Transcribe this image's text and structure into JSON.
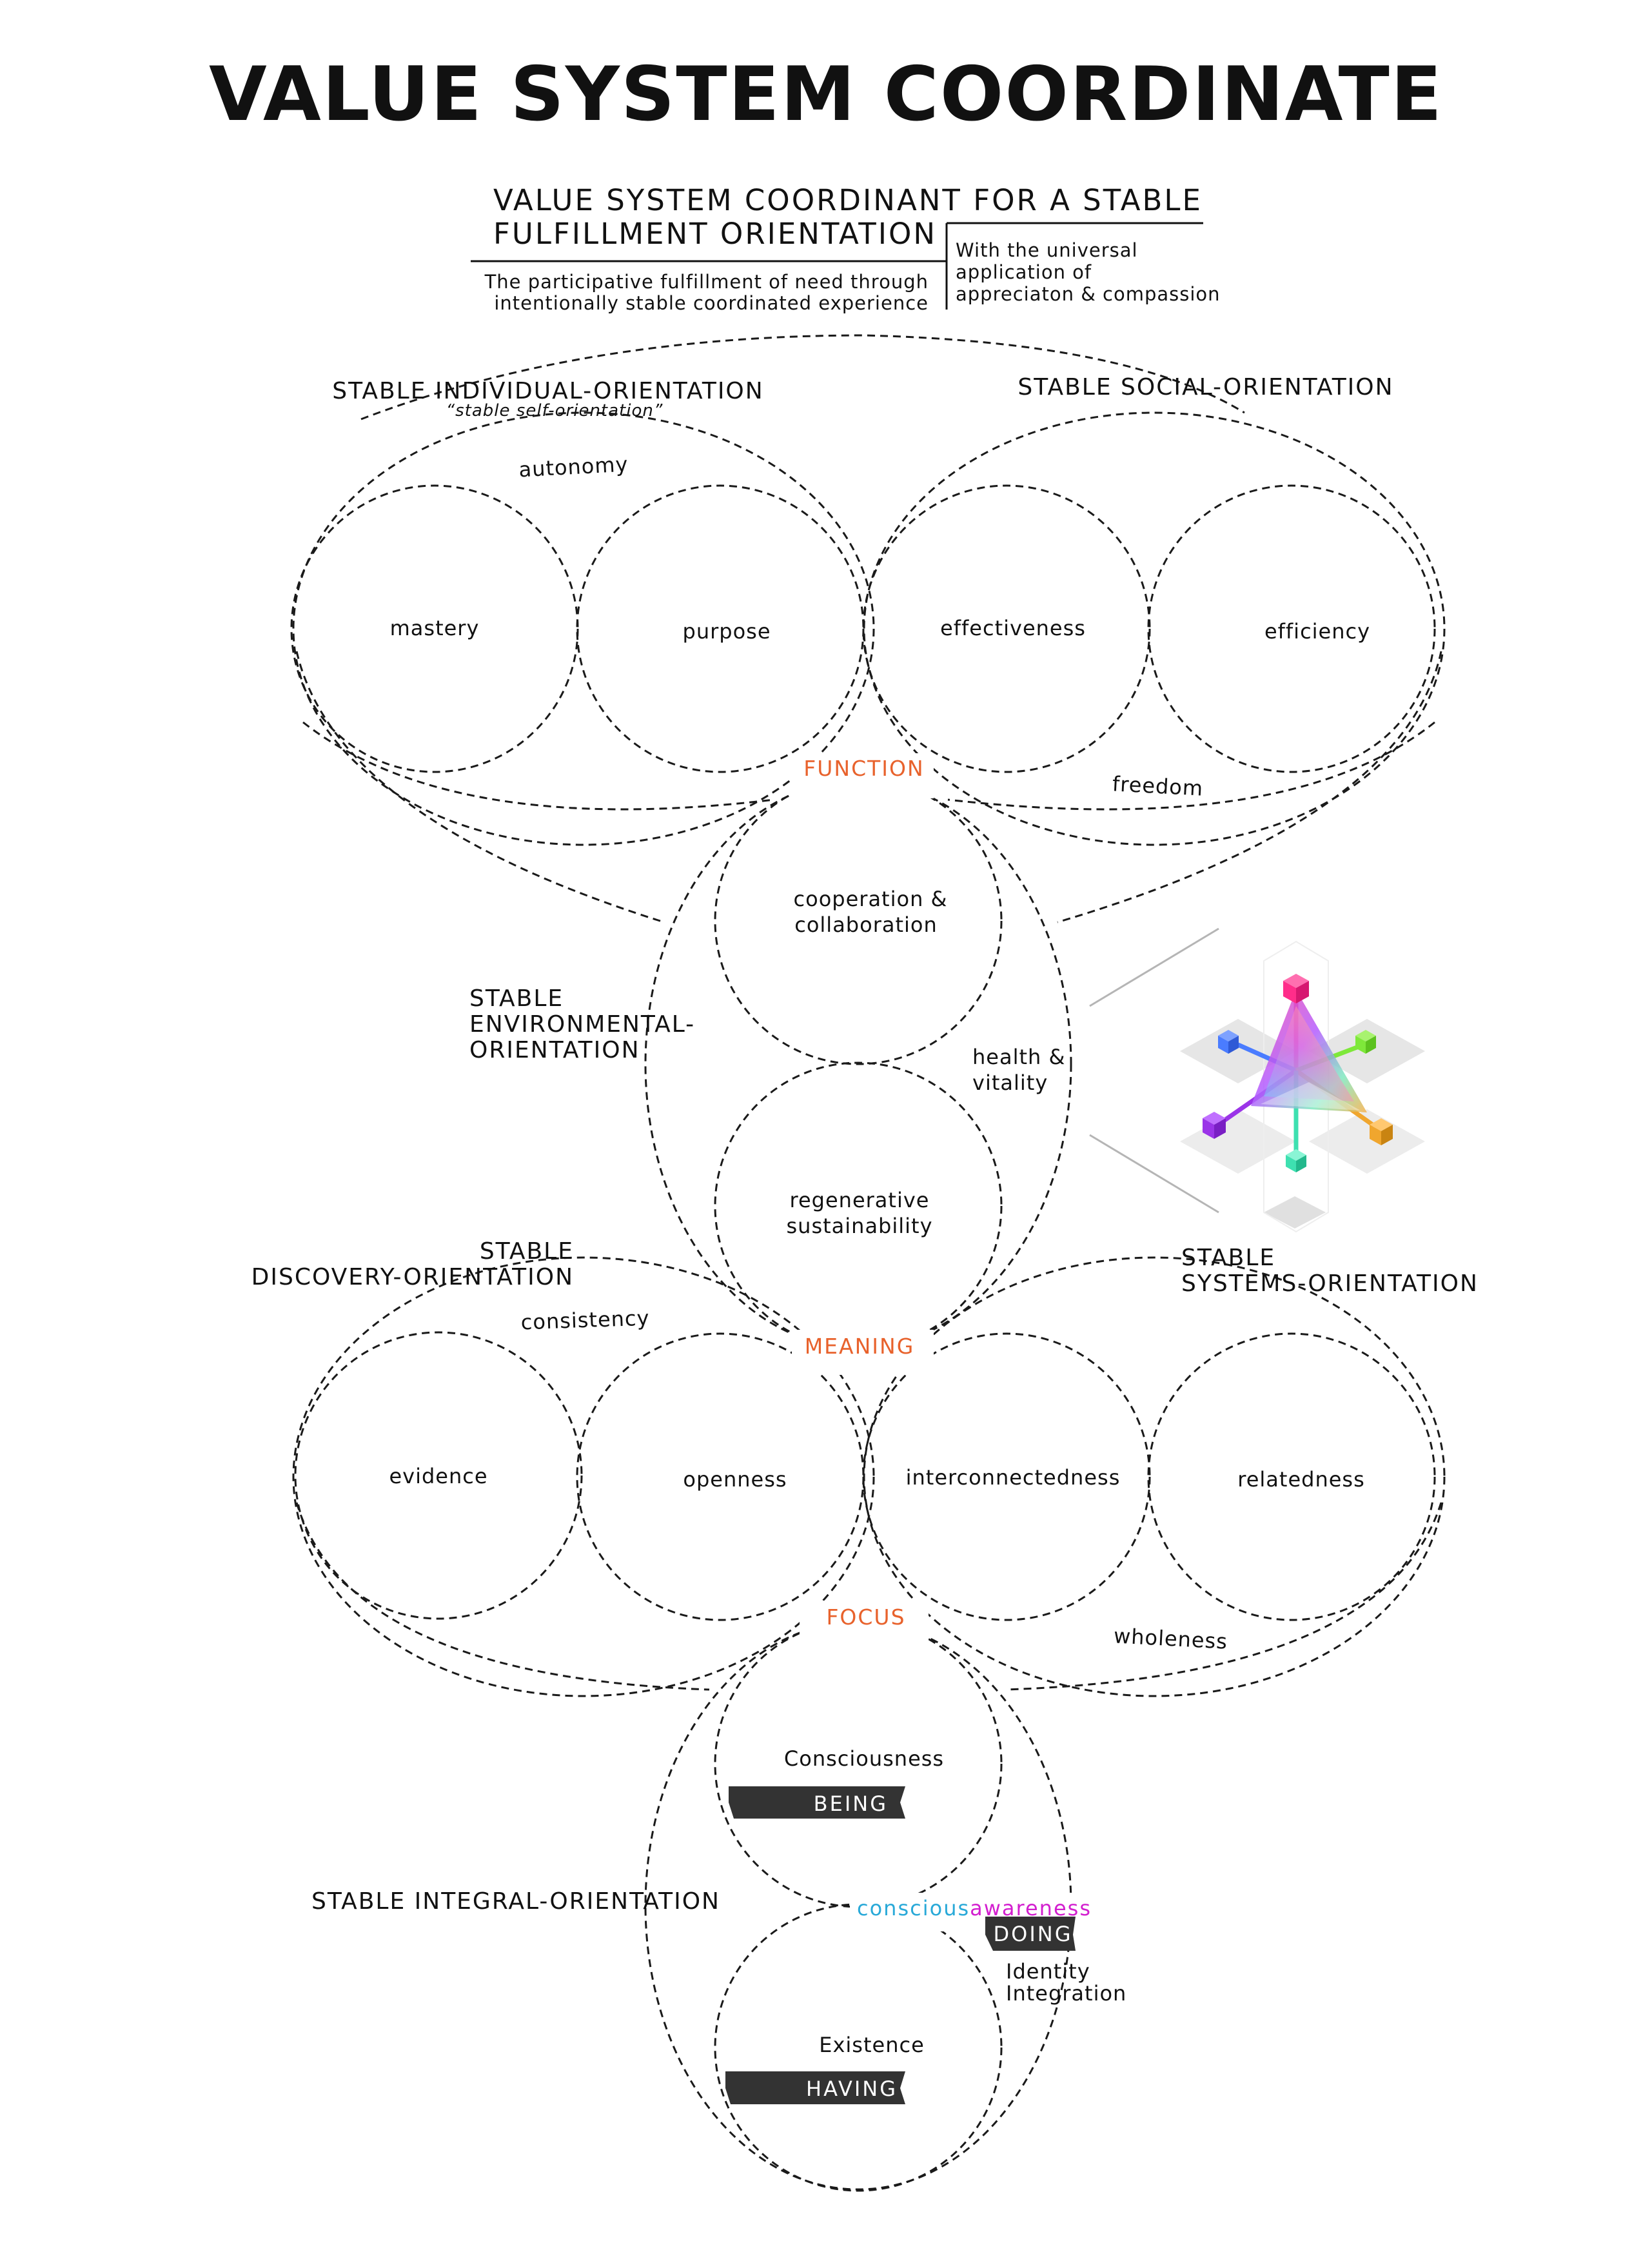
{
  "title": "VALUE SYSTEM COORDINATE",
  "header": {
    "line1": "VALUE SYSTEM COORDINANT FOR A STABLE",
    "line2": "FULFILLMENT ORIENTATION",
    "left_line1": "The participative fulfillment of need through",
    "left_line2": "intentionally stable coordinated experience",
    "right_line1": "With the universal",
    "right_line2": "application of",
    "right_line3": "appreciaton & compassion"
  },
  "orientations": {
    "individual": "STABLE INDIVIDUAL-ORIENTATION",
    "individual_sub": "“stable self-orientation”",
    "social": "STABLE SOCIAL-ORIENTATION",
    "environmental_1": "STABLE",
    "environmental_2": "ENVIRONMENTAL-",
    "environmental_3": "ORIENTATION",
    "discovery_1": "STABLE",
    "discovery_2": "DISCOVERY-ORIENTATION",
    "systems_1": "STABLE",
    "systems_2": "SYSTEMS-ORIENTATION",
    "integral": "STABLE INTEGRAL-ORIENTATION"
  },
  "arcs": {
    "autonomy": "autonomy",
    "freedom": "freedom",
    "health_1": "health &",
    "health_2": "vitality",
    "consistency": "consistency",
    "wholeness": "wholeness",
    "identity_1": "Identity",
    "identity_2": "Integration"
  },
  "circles": {
    "mastery": "mastery",
    "purpose": "purpose",
    "effectiveness": "effectiveness",
    "efficiency": "efficiency",
    "cooperation_1": "cooperation &",
    "cooperation_2": "collaboration",
    "regenerative_1": "regenerative",
    "regenerative_2": "sustainability",
    "evidence": "evidence",
    "openness": "openness",
    "interconnectedness": "interconnectedness",
    "relatedness": "relatedness",
    "consciousness": "Consciousness",
    "existence": "Existence"
  },
  "nodes": {
    "function": "FUNCTION",
    "meaning": "MEANING",
    "focus": "FOCUS",
    "conscious": "conscious",
    "awareness": "awareness"
  },
  "tags": {
    "being": "BEING",
    "doing": "DOING",
    "having": "HAVING"
  },
  "colors": {
    "node": "#e8622c",
    "conscious": "#29a9d8",
    "awareness": "#d31fcf",
    "tag_bg": "#333333",
    "cube_top": "#ff2d8a",
    "cube_left_up": "#4a7cff",
    "cube_right_up": "#7ee83a",
    "cube_left_down": "#9b34e8",
    "cube_right_down": "#f0a62e",
    "cube_bottom": "#3ee0b0"
  },
  "icons": {
    "coordinate_graphic": "value-coordinate-3d-icon"
  }
}
